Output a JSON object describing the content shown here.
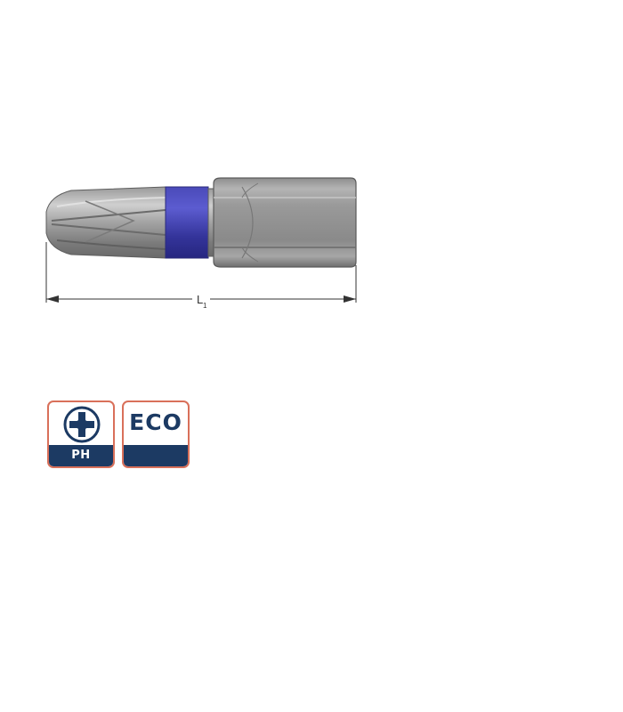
{
  "product": {
    "name": "screwdriver-bit",
    "dimension_label": "L",
    "dimension_subscript": "1"
  },
  "badges": [
    {
      "name": "ph-badge",
      "icon": "phillips-cross-icon",
      "label": "PH"
    },
    {
      "name": "eco-badge",
      "word": "ECO",
      "label": ""
    }
  ],
  "colors": {
    "badge_navy": "#1c3a63",
    "badge_border": "#d9705a",
    "color_ring": "#3a3aa6",
    "steel": "#8c8c8c"
  }
}
